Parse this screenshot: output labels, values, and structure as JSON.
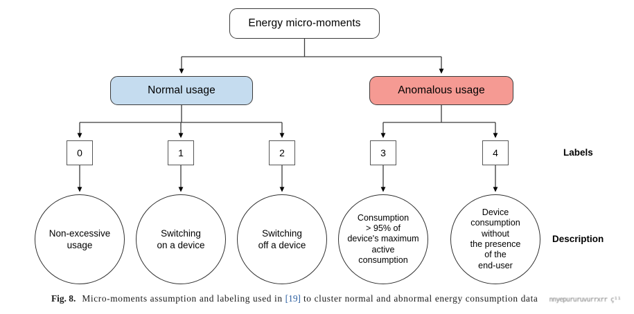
{
  "figure": {
    "root": {
      "label": "Energy micro-moments"
    },
    "categories": [
      {
        "id": "normal",
        "label": "Normal usage",
        "color": "#c5dcef"
      },
      {
        "id": "anomalous",
        "label": "Anomalous usage",
        "color": "#f59a93"
      }
    ],
    "row_annotations": {
      "labels": "Labels",
      "description": "Description"
    },
    "leaves": [
      {
        "label": "0",
        "parent": "normal",
        "description": "Non-excessive\nusage"
      },
      {
        "label": "1",
        "parent": "normal",
        "description": "Switching\non a device"
      },
      {
        "label": "2",
        "parent": "normal",
        "description": "Switching\noff a device"
      },
      {
        "label": "3",
        "parent": "anomalous",
        "description": "Consumption\n> 95% of\ndevice's maximum\nactive\nconsumption"
      },
      {
        "label": "4",
        "parent": "anomalous",
        "description": "Device\nconsumption\nwithout\nthe presence\nof the\nend-user"
      }
    ]
  },
  "caption": {
    "figure_number": "Fig. 8.",
    "text_before_citation": "Micro-moments assumption and labeling used in ",
    "citation": "[19]",
    "text_after_citation": " to cluster normal and abnormal energy consumption data",
    "artifact_text": "nnyepururuvurrxrr ç¹¹"
  }
}
